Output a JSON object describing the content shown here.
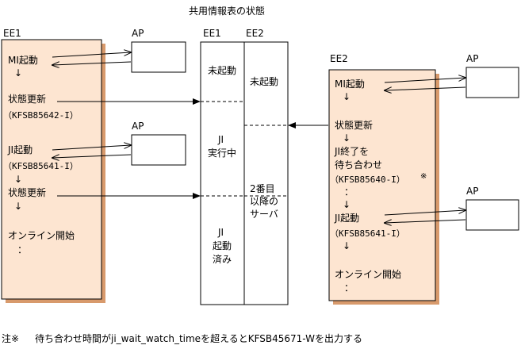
{
  "title": "共用情報表の状態",
  "colors": {
    "server_fill": "#fde5d1",
    "server_shadow": "#d89a6c",
    "line": "#000000",
    "background": "#ffffff"
  },
  "ee1": {
    "label": "EE1",
    "steps": {
      "mi_start": "MI起動",
      "arrow1": "↓",
      "update1": "状態更新",
      "msg1": "（KFSB85642-I）",
      "ji_start": "JI起動",
      "msg2": "（KFSB85641-I）",
      "arrow2": "↓",
      "update2": "状態更新",
      "arrow3": "↓",
      "online": "オンライン開始",
      "dots": "："
    }
  },
  "ap_label": "AP",
  "table": {
    "col1_header": "EE1",
    "col2_header": "EE2",
    "col1_state1": "未起動",
    "col2_state1": "未起動",
    "col1_state2_line1": "JI",
    "col1_state2_line2": "実行中",
    "col2_state2_line1": "2番目",
    "col2_state2_line2": "以降の",
    "col2_state2_line3": "サーバ",
    "col1_state3_line1": "JI",
    "col1_state3_line2": "起動",
    "col1_state3_line3": "済み"
  },
  "ee2": {
    "label": "EE2",
    "steps": {
      "mi_start": "MI起動",
      "arrow1": "↓",
      "update": "状態更新",
      "arrow2": "↓",
      "ji_end_wait_line1": "JI終了を",
      "ji_end_wait_line2": "待ち合わせ",
      "msg_wait": "（KFSB85640-I）",
      "note_mark": "※",
      "dots1": "：",
      "arrow3": "↓",
      "ji_start": "JI起動",
      "msg_start": "（KFSB85641-I）",
      "arrow4": "↓",
      "online": "オンライン開始",
      "dots2": "："
    }
  },
  "footnote": {
    "mark": "注※",
    "text": "待ち合わせ時間がji_wait_watch_timeを超えるとKFSB45671-Wを出力する"
  }
}
